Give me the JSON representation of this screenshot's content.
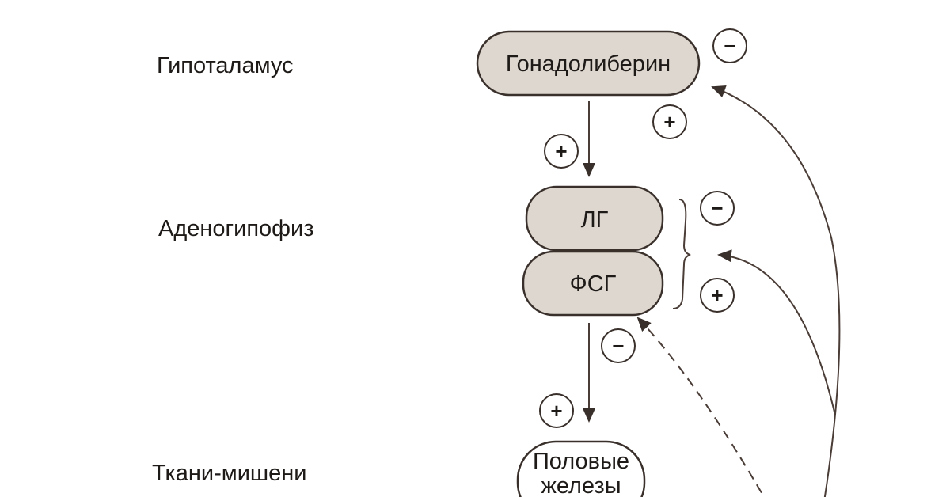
{
  "levels": {
    "hypothalamus": "Гипоталамус",
    "adenohypophysis": "Аденогипофиз",
    "targets": "Ткани-мишени"
  },
  "boxes": {
    "gnrh": "Гонадолиберин",
    "lh": "ЛГ",
    "fsh": "ФСГ",
    "gonads_line1": "Половые",
    "gonads_line2": "железы"
  },
  "signs": {
    "plus": "+",
    "minus": "−"
  }
}
